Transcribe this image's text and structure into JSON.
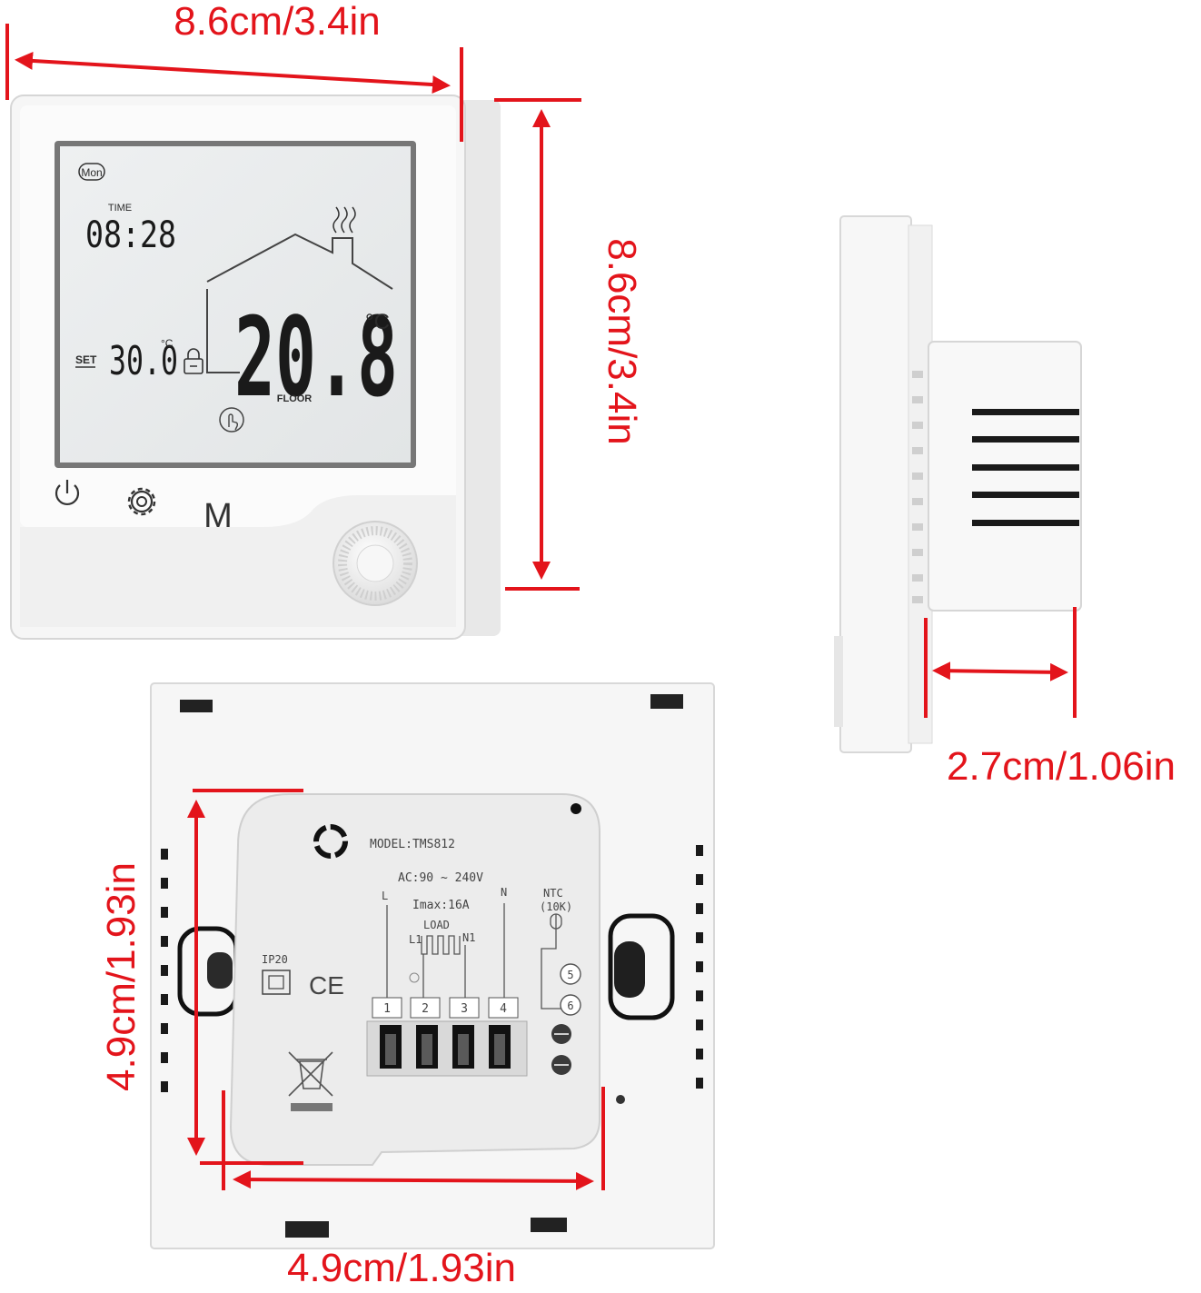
{
  "dimensions": {
    "front_width": "8.6cm/3.4in",
    "front_height": "8.6cm/3.4in",
    "side_depth": "2.7cm/1.06in",
    "back_height": "4.9cm/1.93in",
    "back_width": "4.9cm/1.93in"
  },
  "display": {
    "day": "Mon",
    "time_label": "TIME",
    "time": "08:28",
    "set_label": "SET",
    "set_temp": "30.0",
    "set_unit": "°C",
    "main_temp": "20.8",
    "main_unit": "°C",
    "sensor_label": "FLOOR"
  },
  "buttons": {
    "mode_label": "M"
  },
  "back_label": {
    "model": "MODEL:TMS812",
    "power": "AC:90 ~ 240V",
    "imax": "Imax:16A",
    "load": "LOAD",
    "l": "L",
    "n": "N",
    "l1": "L1",
    "n1": "N1",
    "ntc": "NTC",
    "ntc_value": "(10K)",
    "ip": "IP20",
    "ce": "CE",
    "terminals": [
      "1",
      "2",
      "3",
      "4"
    ],
    "ntc_terminals": [
      "5",
      "6"
    ]
  },
  "colors": {
    "dimension": "#e3141b",
    "lcd": "#f0f2f2",
    "body": "#f4f4f4"
  }
}
